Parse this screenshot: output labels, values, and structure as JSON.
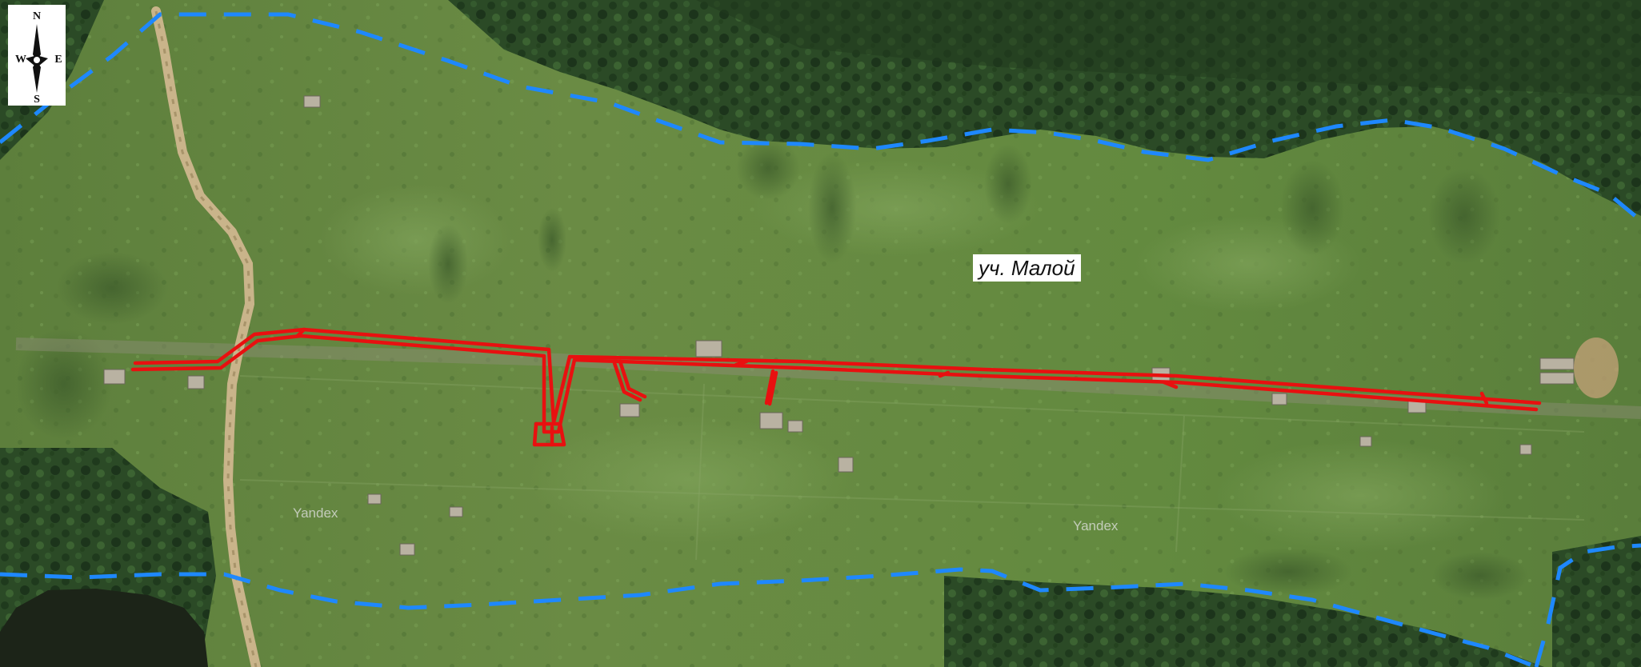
{
  "map": {
    "compass": {
      "north": "N",
      "south": "S",
      "east": "E",
      "west": "W"
    },
    "place_label": "уч. Малой",
    "watermarks": [
      "Yandex",
      "Yandex"
    ],
    "boundary_color": "#1e88ff",
    "network_color": "#e81010",
    "road_color": "#c9b48a"
  }
}
